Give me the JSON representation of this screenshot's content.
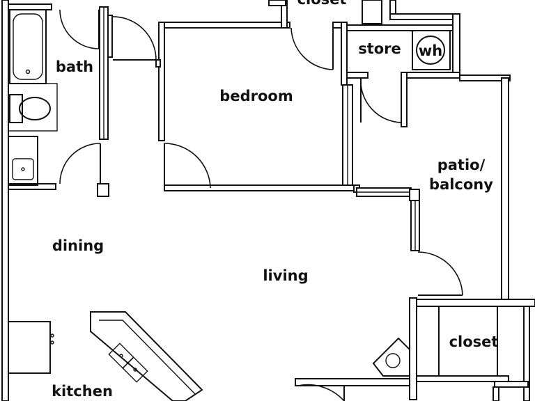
{
  "rooms": {
    "closet_top": "closet",
    "bath": "bath",
    "bedroom": "bedroom",
    "store": "store",
    "water_heater": "wh",
    "patio_line1": "patio/",
    "patio_line2": "balcony",
    "dining": "dining",
    "living": "living",
    "closet_right": "closet",
    "kitchen": "kitchen"
  },
  "colors": {
    "wall": "#111111",
    "background": "#ffffff"
  }
}
